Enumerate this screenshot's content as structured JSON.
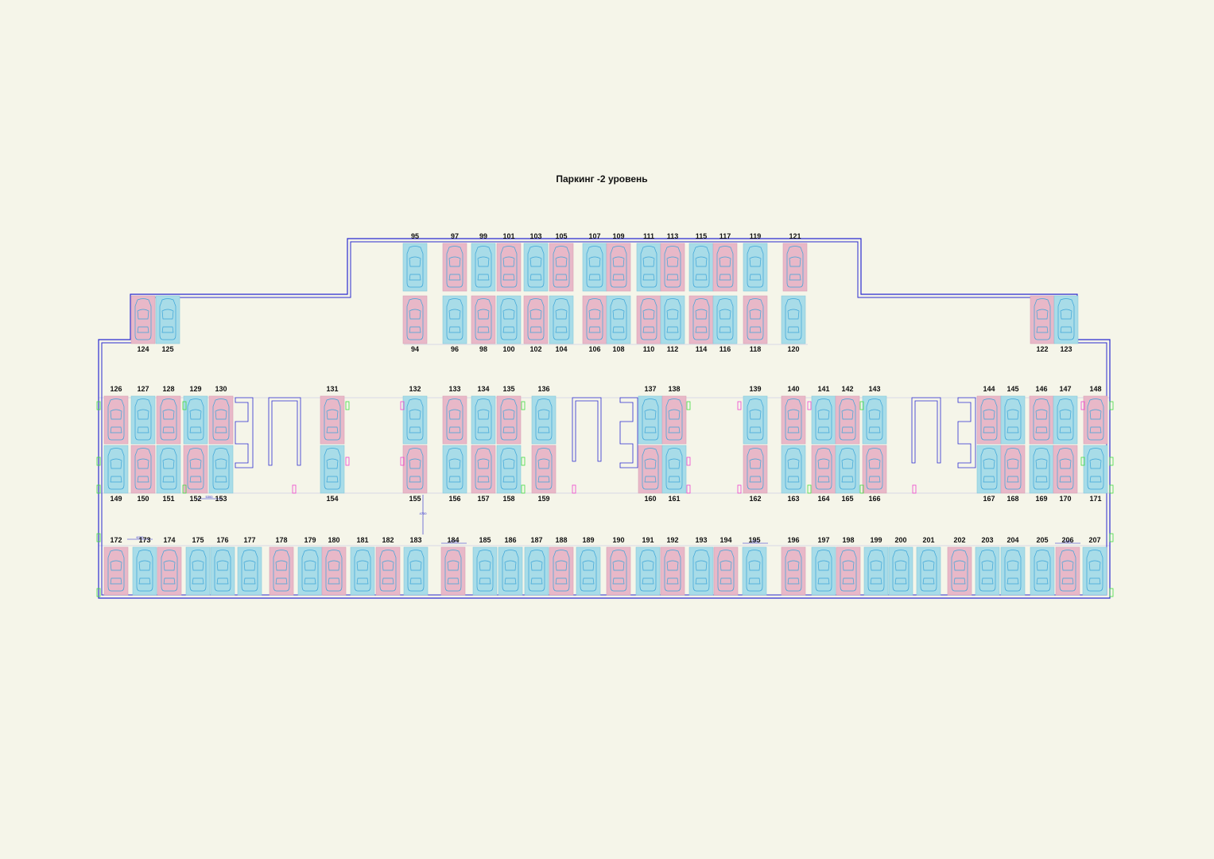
{
  "title": "Паркинг -2 уровень",
  "colors": {
    "background": "#f5f5e9",
    "wall": "#2b2bd0",
    "available": "#a8dce8",
    "sold": "#e8b8c8",
    "car_outline": "#3ba4d8",
    "column_green": "#44dd44",
    "column_pink": "#ee44cc"
  },
  "legend": {
    "available": "blue",
    "sold": "pink"
  },
  "dimensions": [
    "6700",
    "5300",
    "5700",
    "5300",
    "5300",
    "4700"
  ],
  "rows": [
    {
      "name": "top-upper",
      "spots": [
        {
          "n": "95",
          "s": "available"
        },
        {
          "n": "97",
          "s": "sold"
        },
        {
          "n": "99",
          "s": "available"
        },
        {
          "n": "101",
          "s": "sold"
        },
        {
          "n": "103",
          "s": "available"
        },
        {
          "n": "105",
          "s": "sold"
        },
        {
          "n": "107",
          "s": "available"
        },
        {
          "n": "109",
          "s": "sold"
        },
        {
          "n": "111",
          "s": "available"
        },
        {
          "n": "113",
          "s": "sold"
        },
        {
          "n": "115",
          "s": "available"
        },
        {
          "n": "117",
          "s": "sold"
        },
        {
          "n": "119",
          "s": "available"
        },
        {
          "n": "121",
          "s": "sold"
        }
      ]
    },
    {
      "name": "top-lower",
      "spots": [
        {
          "n": "94",
          "s": "sold"
        },
        {
          "n": "96",
          "s": "available"
        },
        {
          "n": "98",
          "s": "sold"
        },
        {
          "n": "100",
          "s": "available"
        },
        {
          "n": "102",
          "s": "sold"
        },
        {
          "n": "104",
          "s": "available"
        },
        {
          "n": "106",
          "s": "sold"
        },
        {
          "n": "108",
          "s": "available"
        },
        {
          "n": "110",
          "s": "sold"
        },
        {
          "n": "112",
          "s": "available"
        },
        {
          "n": "114",
          "s": "sold"
        },
        {
          "n": "116",
          "s": "available"
        },
        {
          "n": "118",
          "s": "sold"
        },
        {
          "n": "120",
          "s": "available"
        }
      ]
    },
    {
      "name": "wing-left",
      "spots": [
        {
          "n": "124",
          "s": "sold"
        },
        {
          "n": "125",
          "s": "available"
        }
      ]
    },
    {
      "name": "wing-right",
      "spots": [
        {
          "n": "122",
          "s": "sold"
        },
        {
          "n": "123",
          "s": "available"
        }
      ]
    },
    {
      "name": "mid-upper",
      "spots": [
        {
          "n": "126",
          "s": "sold"
        },
        {
          "n": "127",
          "s": "available"
        },
        {
          "n": "128",
          "s": "sold"
        },
        {
          "n": "129",
          "s": "available"
        },
        {
          "n": "130",
          "s": "sold"
        },
        {
          "n": "131",
          "s": "sold"
        },
        {
          "n": "132",
          "s": "available"
        },
        {
          "n": "133",
          "s": "sold"
        },
        {
          "n": "134",
          "s": "available"
        },
        {
          "n": "135",
          "s": "sold"
        },
        {
          "n": "136",
          "s": "available"
        },
        {
          "n": "137",
          "s": "available"
        },
        {
          "n": "138",
          "s": "sold"
        },
        {
          "n": "139",
          "s": "available"
        },
        {
          "n": "140",
          "s": "sold"
        },
        {
          "n": "141",
          "s": "available"
        },
        {
          "n": "142",
          "s": "sold"
        },
        {
          "n": "143",
          "s": "available"
        },
        {
          "n": "144",
          "s": "sold"
        },
        {
          "n": "145",
          "s": "available"
        },
        {
          "n": "146",
          "s": "sold"
        },
        {
          "n": "147",
          "s": "available"
        },
        {
          "n": "148",
          "s": "sold"
        }
      ]
    },
    {
      "name": "mid-lower",
      "spots": [
        {
          "n": "149",
          "s": "available"
        },
        {
          "n": "150",
          "s": "sold"
        },
        {
          "n": "151",
          "s": "available"
        },
        {
          "n": "152",
          "s": "sold"
        },
        {
          "n": "153",
          "s": "available"
        },
        {
          "n": "154",
          "s": "available"
        },
        {
          "n": "155",
          "s": "sold"
        },
        {
          "n": "156",
          "s": "available"
        },
        {
          "n": "157",
          "s": "sold"
        },
        {
          "n": "158",
          "s": "available"
        },
        {
          "n": "159",
          "s": "sold"
        },
        {
          "n": "160",
          "s": "sold"
        },
        {
          "n": "161",
          "s": "available"
        },
        {
          "n": "162",
          "s": "sold"
        },
        {
          "n": "163",
          "s": "available"
        },
        {
          "n": "164",
          "s": "sold"
        },
        {
          "n": "165",
          "s": "available"
        },
        {
          "n": "166",
          "s": "sold"
        },
        {
          "n": "167",
          "s": "available"
        },
        {
          "n": "168",
          "s": "sold"
        },
        {
          "n": "169",
          "s": "available"
        },
        {
          "n": "170",
          "s": "sold"
        },
        {
          "n": "171",
          "s": "available"
        }
      ]
    },
    {
      "name": "bottom",
      "spots": [
        {
          "n": "172",
          "s": "sold"
        },
        {
          "n": "173",
          "s": "available"
        },
        {
          "n": "174",
          "s": "sold"
        },
        {
          "n": "175",
          "s": "available"
        },
        {
          "n": "176",
          "s": "available"
        },
        {
          "n": "177",
          "s": "available"
        },
        {
          "n": "178",
          "s": "sold"
        },
        {
          "n": "179",
          "s": "available"
        },
        {
          "n": "180",
          "s": "sold"
        },
        {
          "n": "181",
          "s": "available"
        },
        {
          "n": "182",
          "s": "sold"
        },
        {
          "n": "183",
          "s": "available"
        },
        {
          "n": "184",
          "s": "sold"
        },
        {
          "n": "185",
          "s": "available"
        },
        {
          "n": "186",
          "s": "available"
        },
        {
          "n": "187",
          "s": "available"
        },
        {
          "n": "188",
          "s": "sold"
        },
        {
          "n": "189",
          "s": "available"
        },
        {
          "n": "190",
          "s": "sold"
        },
        {
          "n": "191",
          "s": "available"
        },
        {
          "n": "192",
          "s": "sold"
        },
        {
          "n": "193",
          "s": "available"
        },
        {
          "n": "194",
          "s": "sold"
        },
        {
          "n": "195",
          "s": "available"
        },
        {
          "n": "196",
          "s": "sold"
        },
        {
          "n": "197",
          "s": "available"
        },
        {
          "n": "198",
          "s": "sold"
        },
        {
          "n": "199",
          "s": "available"
        },
        {
          "n": "200",
          "s": "available"
        },
        {
          "n": "201",
          "s": "available"
        },
        {
          "n": "202",
          "s": "sold"
        },
        {
          "n": "203",
          "s": "available"
        },
        {
          "n": "204",
          "s": "available"
        },
        {
          "n": "205",
          "s": "available"
        },
        {
          "n": "206",
          "s": "sold"
        },
        {
          "n": "207",
          "s": "available"
        }
      ]
    }
  ]
}
